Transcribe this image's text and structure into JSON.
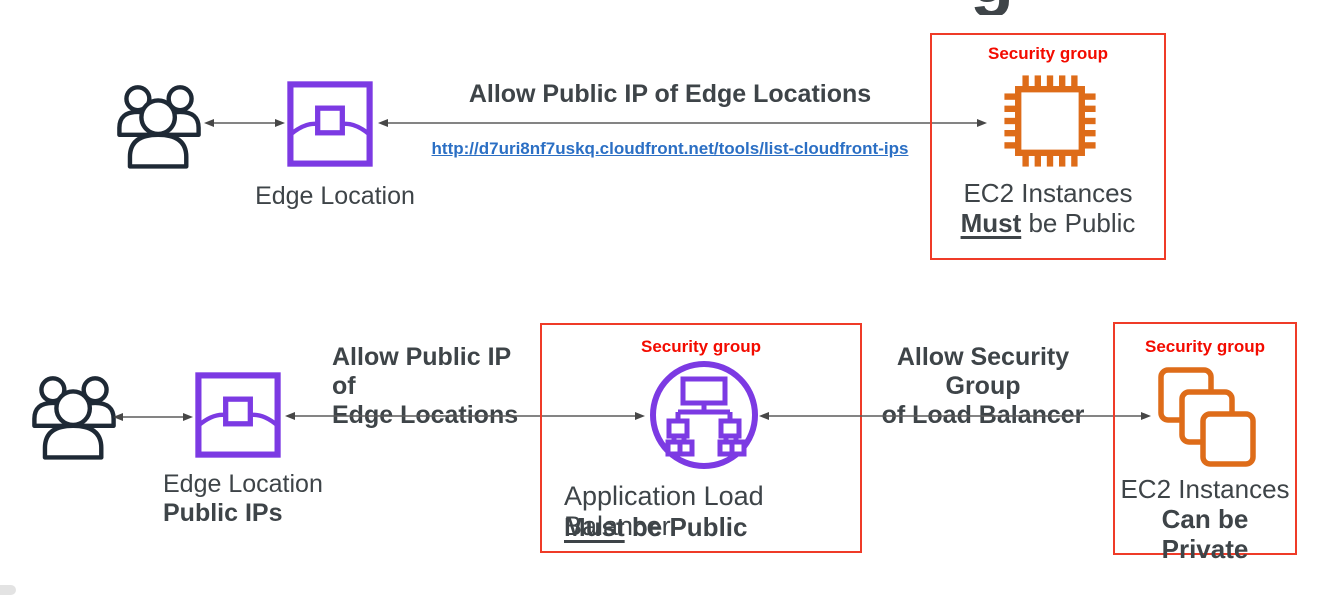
{
  "page": {
    "clipped_title_glyph": "g"
  },
  "colors": {
    "purple": "#7C3AE3",
    "orange": "#DE6C19",
    "red-border": "#EF3B28",
    "red-text": "#F30B00",
    "dark": "#3E4448",
    "icon-dark": "#1E2935",
    "arrow": "#5B5B5B",
    "link": "#2B6FC4"
  },
  "icons": {
    "users": "three-users-icon",
    "edge_location": "cloudfront-edge-location-icon",
    "ec2_chip": "ec2-chip-icon",
    "load_balancer": "application-load-balancer-icon",
    "ec2_stack": "ec2-instances-stack-icon"
  },
  "row1": {
    "edge_label": "Edge Location",
    "arrow_title": "Allow Public IP of Edge Locations",
    "link_url": "http://d7uri8nf7uskq.cloudfront.net/tools/list-cloudfront-ips",
    "sg_label": "Security group",
    "box_line1": "EC2 Instances",
    "box_line2_must": "Must",
    "box_line2_rest": " be Public"
  },
  "row2": {
    "edge_label": "Edge Location",
    "edge_sublabel": "Public IPs",
    "left_title_line1": "Allow Public IP of",
    "left_title_line2": "Edge Locations",
    "alb_sg_label": "Security group",
    "alb_line1": "Application Load Balancer",
    "alb_line2_must": "Must",
    "alb_line2_rest": " be Public",
    "right_title_line1": "Allow Security Group",
    "right_title_line2": "of Load Balancer",
    "ec2_sg_label": "Security group",
    "ec2_line1": "EC2 Instances",
    "ec2_line2": "Can be Private"
  }
}
